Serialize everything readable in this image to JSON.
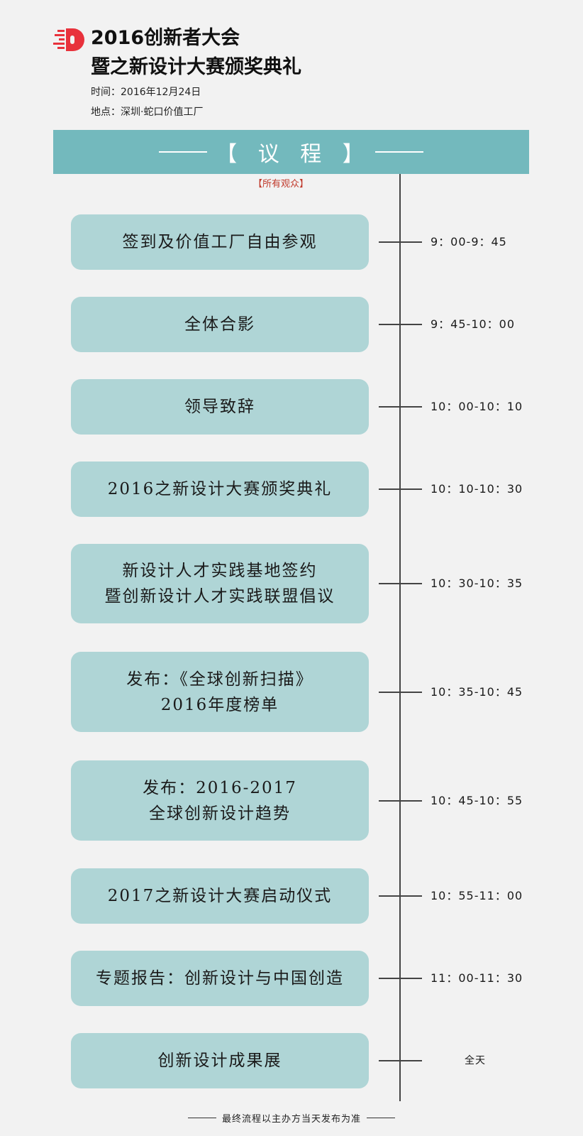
{
  "header": {
    "title_line1": "2016创新者大会",
    "title_line2": "暨之新设计大赛颁奖典礼",
    "date": "时间：2016年12月24日",
    "place": "地点：深圳·蛇口价值工厂",
    "brand_color": "#e8323c"
  },
  "banner": {
    "text": "【 议 程 】",
    "color": "#73b9bd"
  },
  "audience_label": "【所有观众】",
  "agenda": [
    {
      "lines": [
        "签到及价值工厂自由参观"
      ],
      "time": "9：00-9：45"
    },
    {
      "lines": [
        "全体合影"
      ],
      "time": "9：45-10：00"
    },
    {
      "lines": [
        "领导致辞"
      ],
      "time": "10：00-10：10"
    },
    {
      "lines": [
        "2016之新设计大赛颁奖典礼"
      ],
      "time": "10：10-10：30"
    },
    {
      "lines": [
        "新设计人才实践基地签约",
        "暨创新设计人才实践联盟倡议"
      ],
      "time": "10：30-10：35"
    },
    {
      "lines": [
        "发布：《全球创新扫描》",
        "2016年度榜单"
      ],
      "time": "10：35-10：45"
    },
    {
      "lines": [
        "发布：2016-2017",
        "全球创新设计趋势"
      ],
      "time": "10：45-10：55"
    },
    {
      "lines": [
        "2017之新设计大赛启动仪式"
      ],
      "time": "10：55-11：00"
    },
    {
      "lines": [
        "专题报告：创新设计与中国创造"
      ],
      "time": "11：00-11：30"
    },
    {
      "lines": [
        "创新设计成果展"
      ],
      "time": "全天"
    }
  ],
  "footer": "最终流程以主办方当天发布为准"
}
